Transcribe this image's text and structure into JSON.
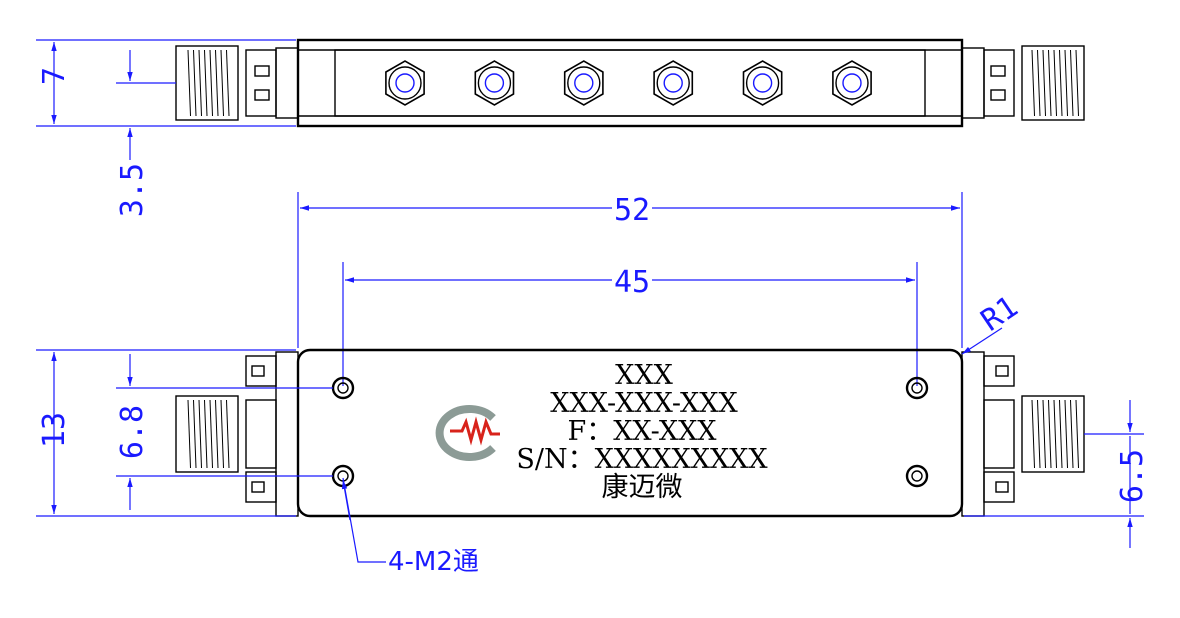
{
  "dimensions": {
    "height_top": "7",
    "offset_top": "3.5",
    "overall_length": "52",
    "hole_spacing_x": "45",
    "radius": "R1",
    "body_height": "13",
    "hole_spacing_y": "6.8",
    "connector_offset": "6.5"
  },
  "hole_callout": "4-M2通",
  "label": {
    "line1": "XXX",
    "line2": "XXX-XXX-XXX",
    "line3": "F：XX-XXX",
    "line4": "S/N：XXXXXXXXX",
    "line5": "康迈微"
  },
  "logo": {
    "icon": "company-logo-icon",
    "colors": {
      "arc": "#8c9b96",
      "wave": "#d8231b"
    }
  },
  "colors": {
    "dimension": "#1a1aff",
    "outline": "#000000"
  },
  "tuning_screws_count": 6
}
